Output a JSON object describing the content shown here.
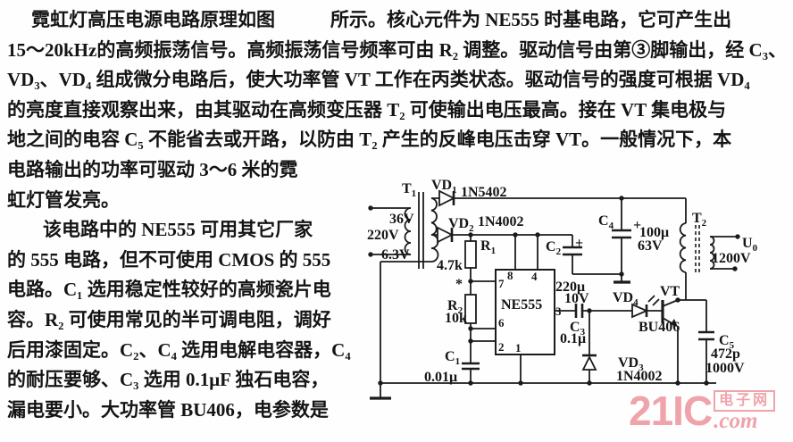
{
  "article": {
    "line1_left": "霓虹灯高压电源电路原理如图",
    "line1_right": "所示。核心元件为 NE555 时基电路，它可产生出",
    "lines_full": [
      "15～20kHz的高频振荡信号。高频振荡信号频率可由 R₂ 调整。驱动信号由第③脚输出，经 C₃、",
      "VD₃、VD₄ 组成微分电路后，使大功率管 VT 工作在丙类状态。驱动信号的强度可根据 VD₄",
      "的亮度直接观察出来，由其驱动在高频变压器 T₂ 可使输出电压最高。接在 VT 集电极与",
      "地之间的电容 C₅ 不能省去或开路，以防由 T₂ 产生的反峰电压击穿 VT。一般情况下，本"
    ],
    "lines_left": [
      "电路输出的功率可驱动 3～6 米的霓",
      "虹灯管发亮。",
      "该电路中的 NE555 可用其它厂家",
      "的 555 电路，但不可使用 CMOS 的 555",
      "电路。C₁ 选用稳定性较好的高频瓷片电",
      "容。R₂ 可使用常见的半可调电阻，调好",
      "后用漆固定。C₂、C₄ 选用电解电容器，C₄",
      "的耐压要够、C₃ 选用 0.1μF 独石电容，",
      "漏电要小。大功率管 BU406，电参数是"
    ]
  },
  "schematic": {
    "t1": {
      "m": "T",
      "s": "1"
    },
    "v220": "220V",
    "v36": "36V",
    "v63": "6.3V",
    "vd1": {
      "m": "VD",
      "s": "1"
    },
    "vd1_part": "1N5402",
    "vd2": {
      "m": "VD",
      "s": "2"
    },
    "vd2_part": "1N4002",
    "r1": {
      "m": "R",
      "s": "1"
    },
    "r1_val": "4.7k",
    "r2": {
      "m": "R",
      "s": "2"
    },
    "r2_val": "10k",
    "star": "*",
    "ic": "NE555",
    "pins": {
      "p7": "7",
      "p8": "8",
      "p4": "4",
      "p6": "6",
      "p2": "2",
      "p1": "1",
      "p3": "3"
    },
    "c1": {
      "m": "C",
      "s": "1"
    },
    "c1_val": "0.01μ",
    "c2": {
      "m": "C",
      "s": "2"
    },
    "c2_plus": "+",
    "c2_val1": "220μ",
    "c2_val2": "10V",
    "c3": {
      "m": "C",
      "s": "3"
    },
    "c3_val": "0.1μ",
    "c4": {
      "m": "C",
      "s": "4"
    },
    "c4_plus": "+",
    "c4_val1": "100μ",
    "c4_val2": "63V",
    "c5": {
      "m": "C",
      "s": "5"
    },
    "c5_val1": "472p",
    "c5_val2": "1000V",
    "vd3": {
      "m": "VD",
      "s": "3"
    },
    "vd3_part": "1N4002",
    "vd4": {
      "m": "VD",
      "s": "4"
    },
    "vt": "VT",
    "vt_part": "BU406",
    "t2": {
      "m": "T",
      "s": "2"
    },
    "uo": {
      "m": "U",
      "s": "0"
    },
    "uo_val": "1200V"
  },
  "watermark": {
    "brand": "21IC",
    "suffix": ".com",
    "tag": "电子网",
    "color": "#efa3ab"
  }
}
